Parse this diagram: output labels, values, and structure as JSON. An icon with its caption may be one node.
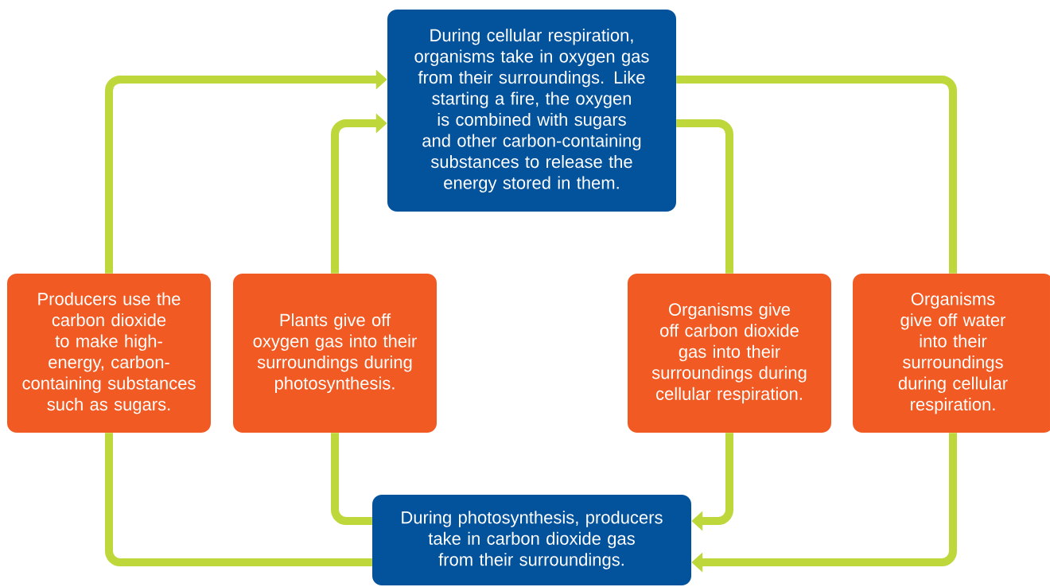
{
  "diagram": {
    "nodes": [
      {
        "text": [
          "During cellular respiration, organisms take in oxygen gas from their surroundings. Like starting a fire, the oxygen is combined with sugars and other carbon-containing substances to release the energy stored in them."
        ]
      },
      {
        "text": [
          "During photosynthesis, producers take in carbon dioxide gas from their surroundings."
        ]
      },
      {
        "text": [
          "Producers use the carbon dioxide to make high-energy, carbon-containing substances such as sugars."
        ]
      },
      {
        "text": [
          "Plants give off oxygen gas into their surroundings during photosynthesis."
        ]
      },
      {
        "text": [
          "Organisms give off carbon dioxide gas into their surroundings during cellular respiration."
        ]
      },
      {
        "text": [
          "Organisms give off water into their surroundings during cellular respiration."
        ]
      }
    ],
    "edges": [
      {
        "from": 2,
        "to": 0,
        "arrow": "to"
      },
      {
        "from": 3,
        "to": 0,
        "arrow": "to"
      },
      {
        "from": 0,
        "to": 5,
        "arrow": "none"
      },
      {
        "from": 0,
        "to": 4,
        "arrow": "none"
      },
      {
        "from": 4,
        "to": 1,
        "arrow": "to"
      },
      {
        "from": 5,
        "to": 1,
        "arrow": "to"
      },
      {
        "from": 1,
        "to": 2,
        "arrow": "none"
      },
      {
        "from": 1,
        "to": 3,
        "arrow": "none"
      }
    ]
  }
}
